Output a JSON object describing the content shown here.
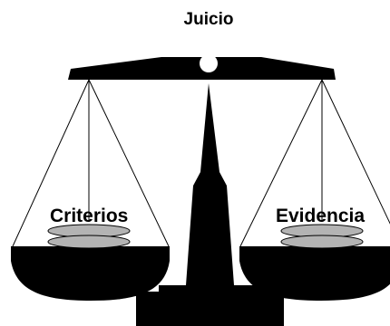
{
  "diagram": {
    "title": "Juicio",
    "left_pan_label": "Criterios",
    "right_pan_label": "Evidencia"
  },
  "colors": {
    "ink": "#000000",
    "background": "#ffffff",
    "disc_fill": "#b3b3b3"
  }
}
